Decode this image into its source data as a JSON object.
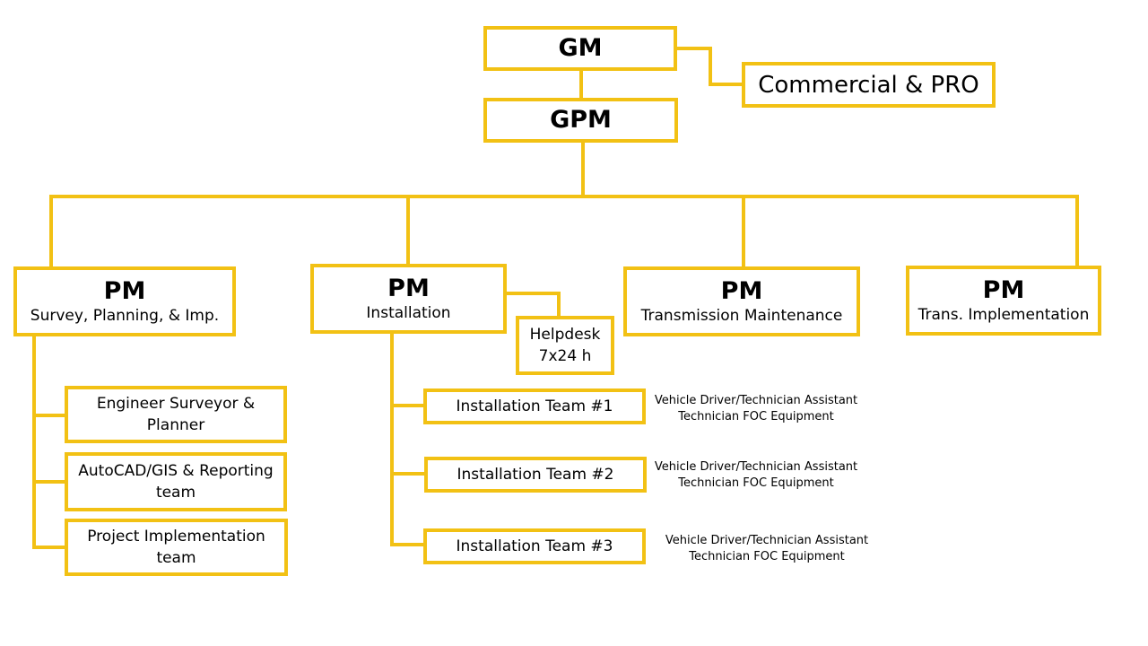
{
  "colors": {
    "line": "#f2c114",
    "text": "#000000",
    "background": "#ffffff"
  },
  "gm": {
    "title": "GM"
  },
  "commercial": {
    "label": "Commercial & PRO"
  },
  "gpm": {
    "title": "GPM"
  },
  "pm_survey": {
    "title": "PM",
    "subtitle": "Survey, Planning, & Imp."
  },
  "pm_installation": {
    "title": "PM",
    "subtitle": "Installation"
  },
  "pm_transmission": {
    "title": "PM",
    "subtitle": "Transmission Maintenance"
  },
  "pm_trans_impl": {
    "title": "PM",
    "subtitle": "Trans. Implementation"
  },
  "helpdesk": {
    "line1": "Helpdesk",
    "line2": "7x24 h"
  },
  "survey_teams": [
    {
      "line1": "Engineer Surveyor &",
      "line2": "Planner"
    },
    {
      "line1": "AutoCAD/GIS & Reporting",
      "line2": "team"
    },
    {
      "line1": "Project Implementation",
      "line2": "team"
    }
  ],
  "installation_teams": [
    {
      "label": "Installation Team #1",
      "note1": "Vehicle Driver/Technician Assistant",
      "note2": "Technician FOC Equipment"
    },
    {
      "label": "Installation Team #2",
      "note1": "Vehicle Driver/Technician Assistant",
      "note2": "Technician FOC Equipment"
    },
    {
      "label": "Installation Team #3",
      "note1": "Vehicle Driver/Technician Assistant",
      "note2": "Technician FOC Equipment"
    }
  ]
}
